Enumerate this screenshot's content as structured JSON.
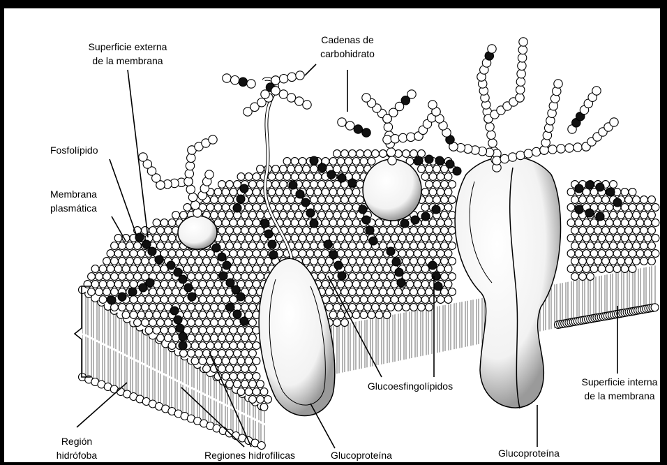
{
  "labels": {
    "outer_surface": [
      "Superficie externa",
      "de la membrana"
    ],
    "carbohydrate_chains": [
      "Cadenas de",
      "carbohidrato"
    ],
    "phospholipid": "Fosfolípido",
    "plasma_membrane": [
      "Membrana",
      "plasmática"
    ],
    "glycosphingolipids": "Glucoesfingolípidos",
    "inner_surface": [
      "Superficie interna",
      "de la membrana"
    ],
    "hydrophobic_region": [
      "Región",
      "hidrófoba"
    ],
    "hydrophilic_regions": "Regiones hidrofílicas",
    "glycoprotein_1": "Glucoproteína",
    "glycoprotein_2": "Glucoproteína"
  }
}
